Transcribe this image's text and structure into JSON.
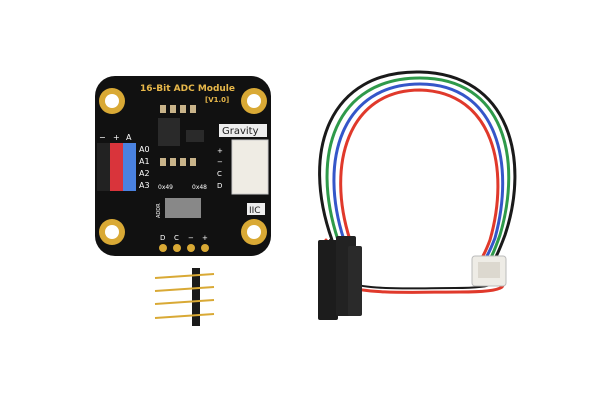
{
  "board": {
    "title": "16-Bit ADC Module",
    "version": "[V1.0]",
    "brand": "Gravity",
    "interface": "IIC",
    "pin_header_labels": [
      "−",
      "+",
      "A"
    ],
    "channels": [
      "A0",
      "A1",
      "A2",
      "A3"
    ],
    "connector_pins": [
      "+",
      "−",
      "C",
      "D"
    ],
    "addr_label": "ADDR",
    "addr_options": [
      "0x49",
      "0x48"
    ],
    "bottom_pins": [
      "D",
      "C",
      "−",
      "+"
    ]
  },
  "colors": {
    "pcb": "#111111",
    "gold": "#d9a935",
    "cable_red": "#e0392b",
    "cable_green": "#2f9a4a",
    "cable_blue": "#3556c9",
    "cable_black": "#1a1a1a",
    "header_red": "#d9343b",
    "header_blue": "#4a82e0"
  }
}
